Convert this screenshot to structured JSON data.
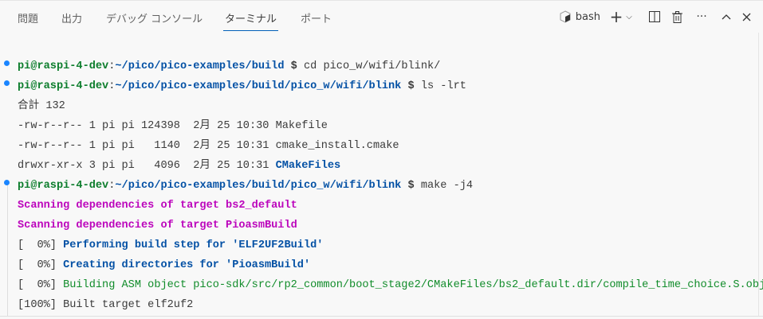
{
  "tabs": [
    {
      "label": "問題"
    },
    {
      "label": "出力"
    },
    {
      "label": "デバッグ コンソール"
    },
    {
      "label": "ターミナル",
      "active": true
    },
    {
      "label": "ポート"
    }
  ],
  "toolbar": {
    "shell": "bash",
    "icons": [
      "terminal-icon",
      "plus-icon",
      "chevron-down-icon",
      "split-icon",
      "trash-icon",
      "more-icon",
      "chevron-up-icon",
      "close-icon"
    ]
  },
  "terminal": {
    "prompt1": {
      "host": "pi@raspi-4-dev",
      "path": "~/pico/pico-examples/build",
      "sign": "$",
      "cmd": " cd pico_w/wifi/blink/"
    },
    "prompt2": {
      "host": "pi@raspi-4-dev",
      "path": "~/pico/pico-examples/build/pico_w/wifi/blink",
      "sign": "$",
      "cmd": " ls -lrt"
    },
    "total": "合計 132",
    "files": [
      {
        "text": "-rw-r--r-- 1 pi pi 124398  2月 25 10:30 ",
        "name": "Makefile",
        "bold": false
      },
      {
        "text": "-rw-r--r-- 1 pi pi   1140  2月 25 10:31 ",
        "name": "cmake_install.cmake",
        "bold": false
      },
      {
        "text": "drwxr-xr-x 3 pi pi   4096  2月 25 10:31 ",
        "name": "CMakeFiles",
        "bold": true
      }
    ],
    "prompt3": {
      "host": "pi@raspi-4-dev",
      "path": "~/pico/pico-examples/build/pico_w/wifi/blink",
      "sign": "$",
      "cmd": " make -j4"
    },
    "scan1": "Scanning dependencies of target bs2_default",
    "scan2": "Scanning dependencies of target PioasmBuild",
    "build": [
      {
        "pct": "[  0%] ",
        "msg": "Performing build step for 'ELF2UF2Build'"
      },
      {
        "pct": "[  0%] ",
        "msg": "Creating directories for 'PioasmBuild'"
      },
      {
        "pct": "[  0%] ",
        "msg": "Building ASM object pico-sdk/src/rp2_common/boot_stage2/CMakeFiles/bs2_default.dir/compile_time_choice.S.obj"
      },
      {
        "pct": "[100%] ",
        "msg": "Built target elf2uf2"
      }
    ]
  },
  "colors": {
    "accent": "#005fb8",
    "host": "#0c7d2c",
    "path": "#0451a5",
    "magenta": "#bc05bc",
    "green": "#118c2a"
  }
}
